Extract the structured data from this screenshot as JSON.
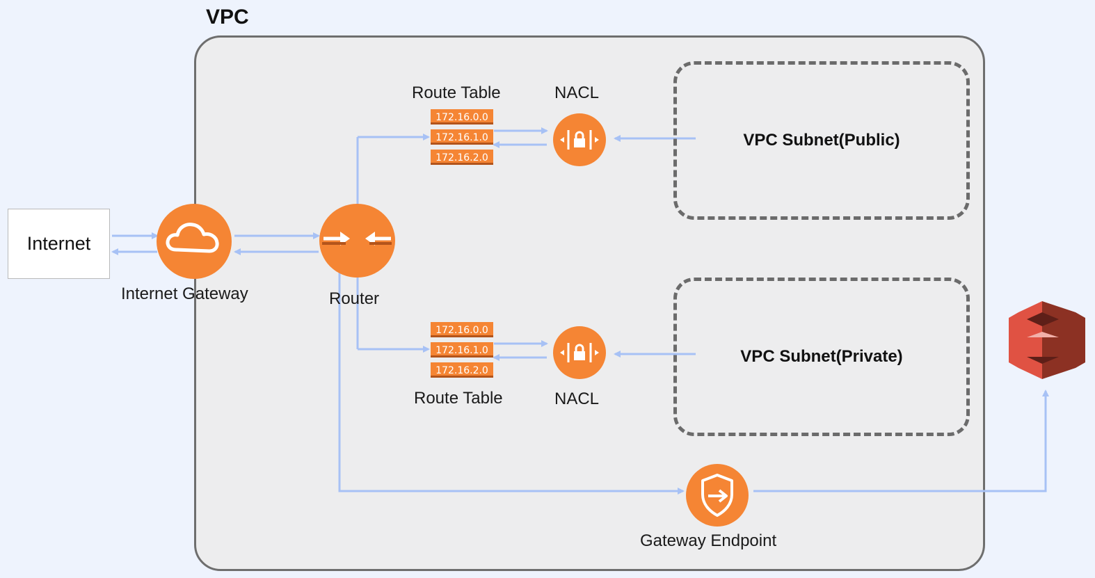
{
  "vpc": {
    "title": "VPC"
  },
  "internet": {
    "label": "Internet"
  },
  "internet_gateway": {
    "label": "Internet Gateway"
  },
  "router": {
    "label": "Router"
  },
  "route_table_public": {
    "label": "Route Table",
    "rows": [
      "172.16.0.0",
      "172.16.1.0",
      "172.16.2.0"
    ]
  },
  "route_table_private": {
    "label": "Route Table",
    "rows": [
      "172.16.0.0",
      "172.16.1.0",
      "172.16.2.0"
    ]
  },
  "nacl_public": {
    "label": "NACL"
  },
  "nacl_private": {
    "label": "NACL"
  },
  "subnet_public": {
    "label": "VPC Subnet(Public)"
  },
  "subnet_private": {
    "label": "VPC Subnet(Private)"
  },
  "gateway_endpoint": {
    "label": "Gateway Endpoint"
  },
  "s3": {
    "icon": "s3-bucket-icon"
  },
  "colors": {
    "accent": "#f58534",
    "arrow": "#a7c1f5",
    "frame": "#6e6e6e"
  }
}
